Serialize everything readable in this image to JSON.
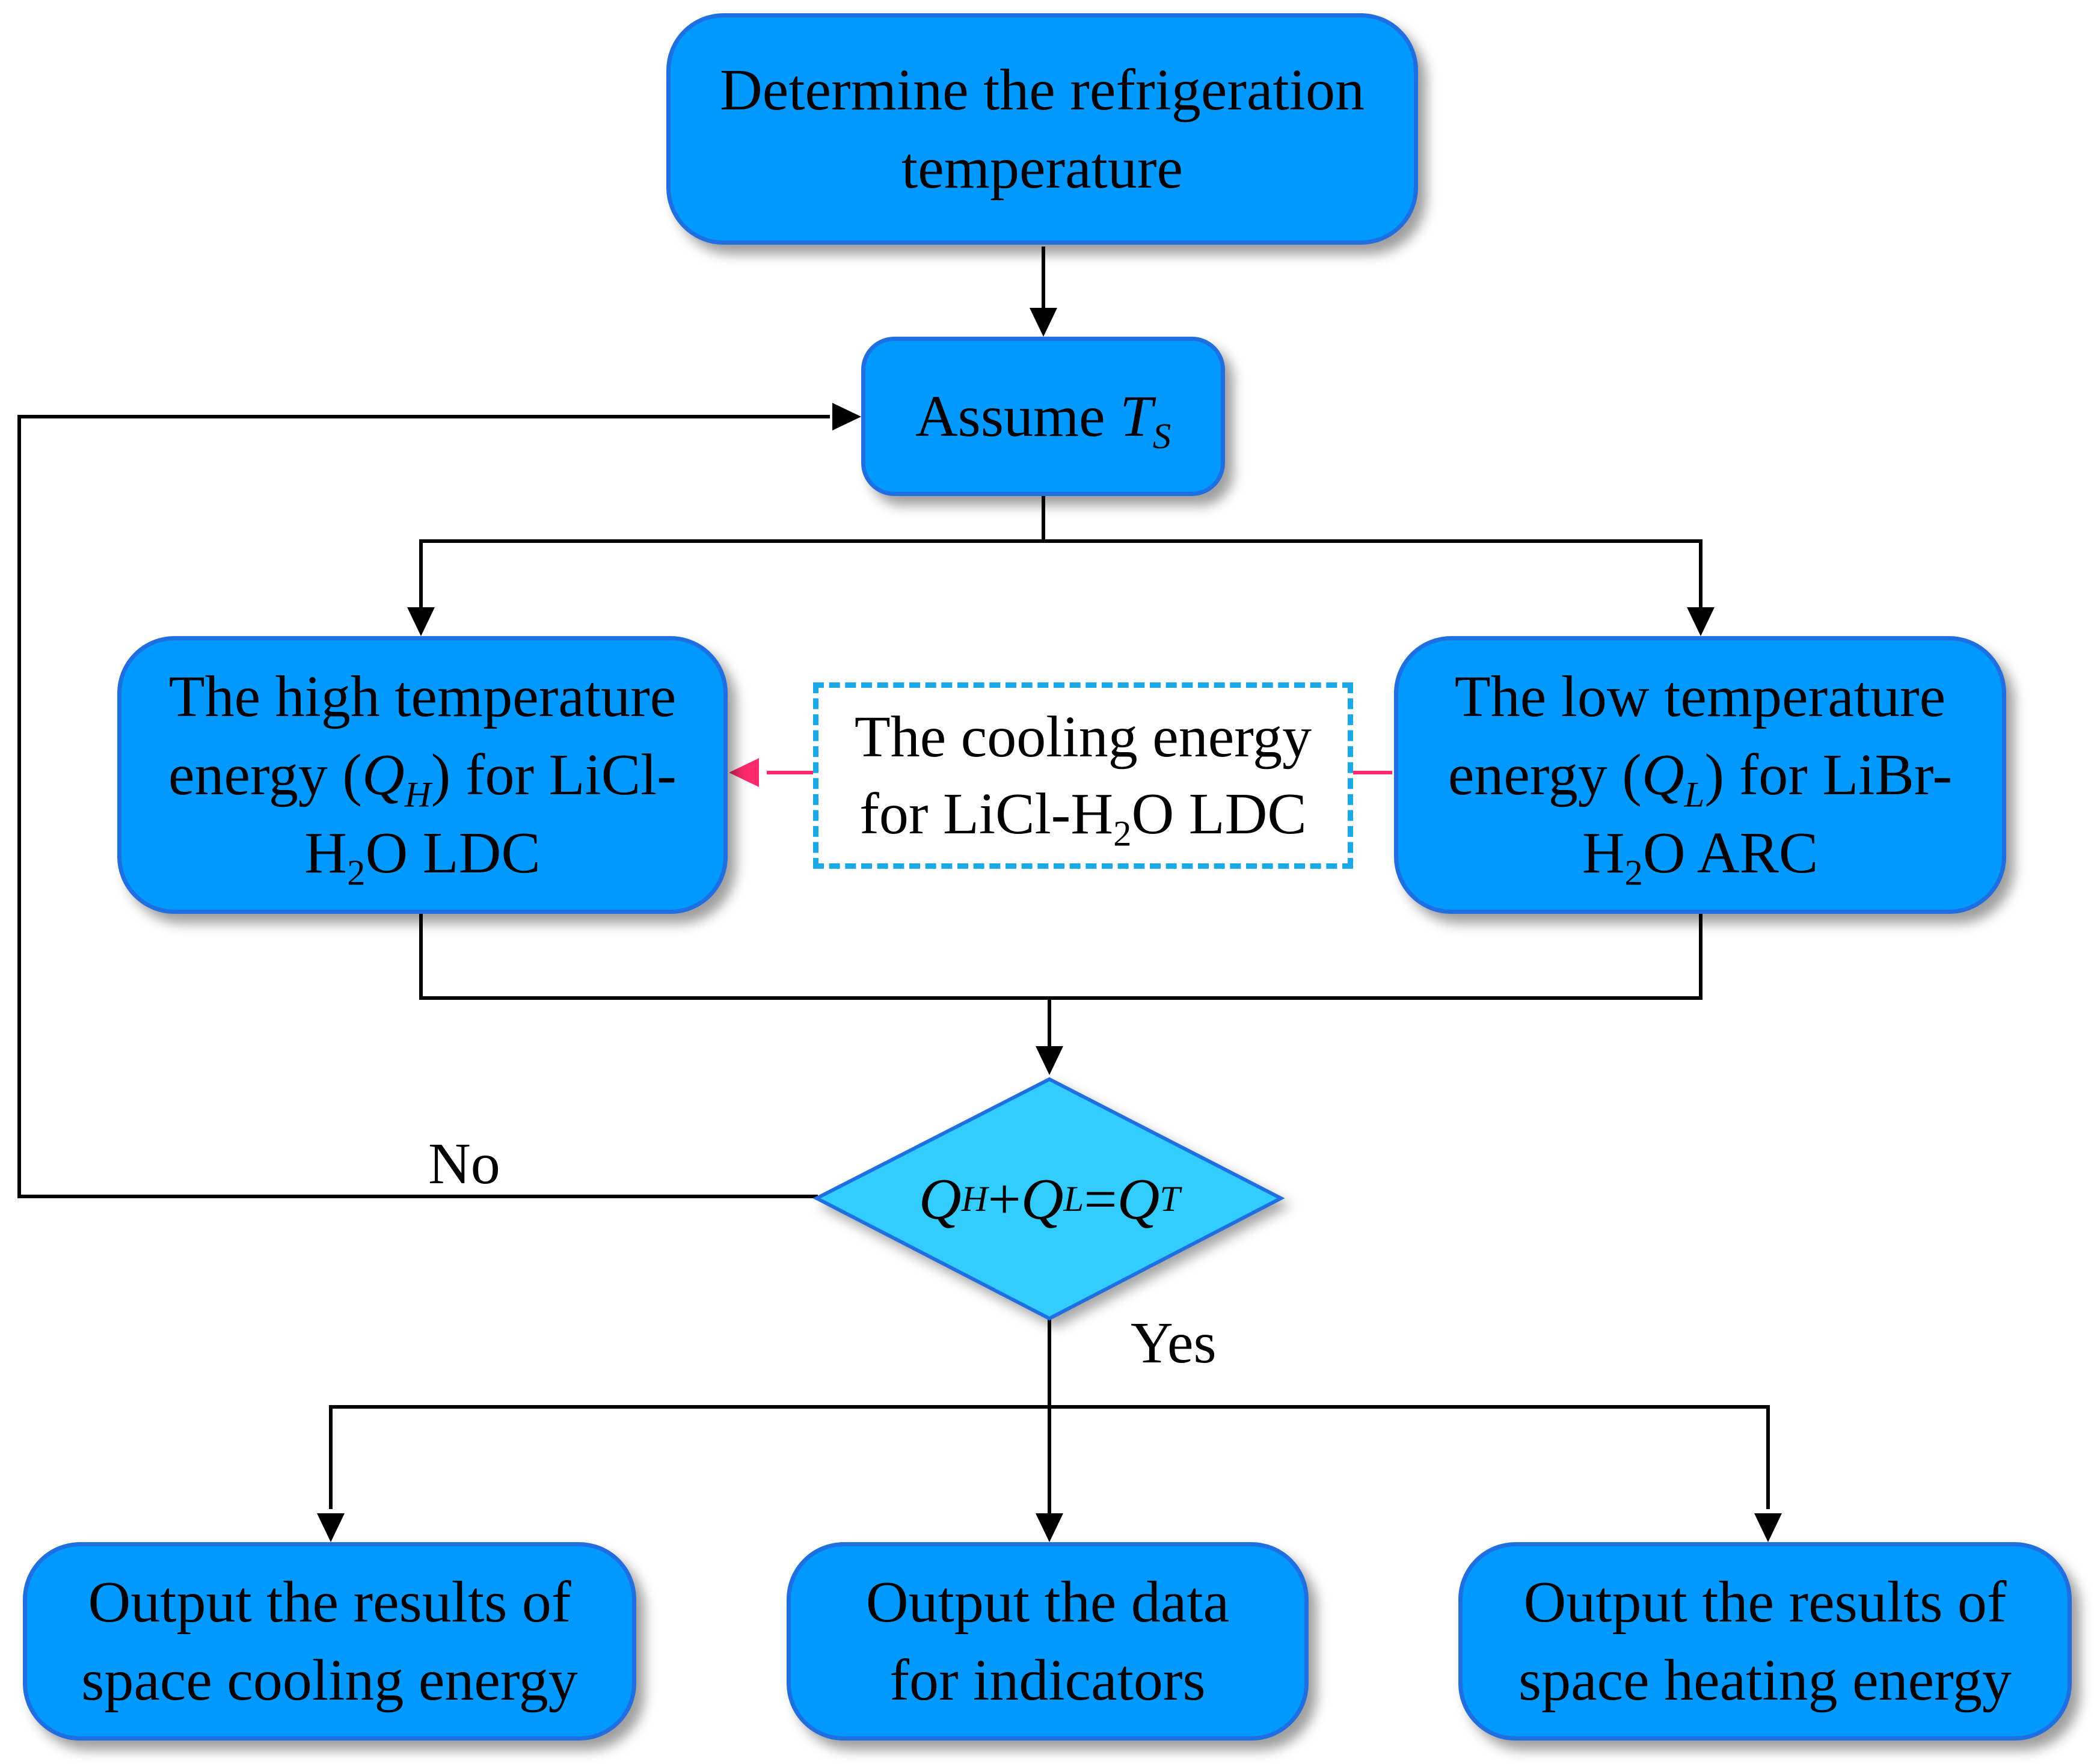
{
  "nodes": {
    "determine": {
      "line1": "Determine the refrigeration",
      "line2": "temperature"
    },
    "assume": {
      "text": "Assume ",
      "var": "T",
      "sub": "S"
    },
    "high": {
      "line1": "The high temperature",
      "line2_pre": "energy (",
      "line2_var": "Q",
      "line2_sub": "H",
      "line2_post": ") for LiCl-",
      "line3_pre": "H",
      "line3_sub": "2",
      "line3_post": "O LDC"
    },
    "low": {
      "line1": "The low temperature",
      "line2_pre": "energy (",
      "line2_var": "Q",
      "line2_sub": "L",
      "line2_post": ") for LiBr-",
      "line3_pre": "H",
      "line3_sub": "2",
      "line3_post": "O ARC"
    },
    "cooling_note": {
      "line1": "The cooling energy",
      "line2_pre": "for LiCl-H",
      "line2_sub": "2",
      "line2_post": "O LDC"
    },
    "decision": {
      "q1": "Q",
      "s1": "H",
      "plus": "+",
      "q2": "Q",
      "s2": "L",
      "eq": "=",
      "q3": "Q",
      "s3": "T"
    },
    "out_cooling": {
      "line1": "Output the results of",
      "line2": "space cooling energy"
    },
    "out_data": {
      "line1": "Output the data",
      "line2": "for indicators"
    },
    "out_heating": {
      "line1": "Output the results of",
      "line2": "space heating energy"
    }
  },
  "edge_labels": {
    "no": "No",
    "yes": "Yes"
  },
  "colors": {
    "box_fill": "#0099ff",
    "box_border": "#1f6fe0",
    "diamond_fill": "#33ccff",
    "note_border": "#1aa8e6",
    "pink_arrow": "#ff2a6d",
    "line": "#000000"
  }
}
